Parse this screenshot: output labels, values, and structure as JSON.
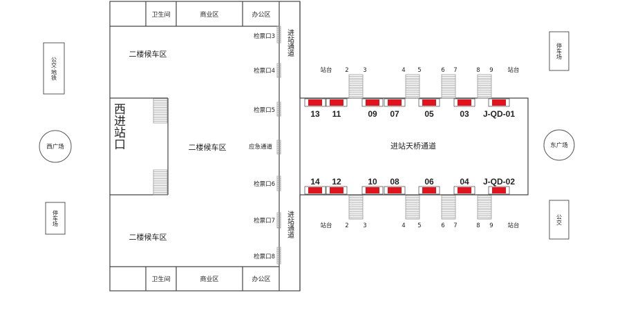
{
  "outer": {
    "bus_metro": "公交·地铁",
    "west_square": "西广场",
    "parking_west": "停车场",
    "parking_east": "停车场",
    "east_square": "东广场",
    "bus_east": "公交"
  },
  "top_row": {
    "restroom": "卫生间",
    "commercial": "商业区",
    "office": "办公区"
  },
  "bottom_row": {
    "restroom": "卫生间",
    "commercial": "商业区",
    "office": "办公区"
  },
  "waiting": {
    "upper": "二楼候车区",
    "middle": "二楼候车区",
    "lower": "二楼候车区",
    "west_entrance": "西进站口"
  },
  "gates": {
    "g3": "检票口3",
    "g4": "检票口4",
    "g5": "检票口5",
    "emergency": "应急通道",
    "g6": "检票口6",
    "g7": "检票口7",
    "g8": "检票口8"
  },
  "passage": {
    "upper": "进站通道",
    "lower": "进站通道"
  },
  "bridge": {
    "label": "进站天桥通道"
  },
  "platform_top": [
    "站台",
    "2",
    "3",
    "4",
    "5",
    "6",
    "7",
    "8",
    "9",
    "站台"
  ],
  "platform_bottom": [
    "站台",
    "2",
    "3",
    "4",
    "5",
    "6",
    "7",
    "8",
    "9",
    "站台"
  ],
  "ads_top": [
    "13",
    "11",
    "09",
    "07",
    "05",
    "03",
    "J-QD-01"
  ],
  "ads_bottom": [
    "14",
    "12",
    "10",
    "08",
    "06",
    "04",
    "J-QD-02"
  ],
  "colors": {
    "ad_red": "#e0141e",
    "line": "#444444",
    "stair": "#999999"
  }
}
